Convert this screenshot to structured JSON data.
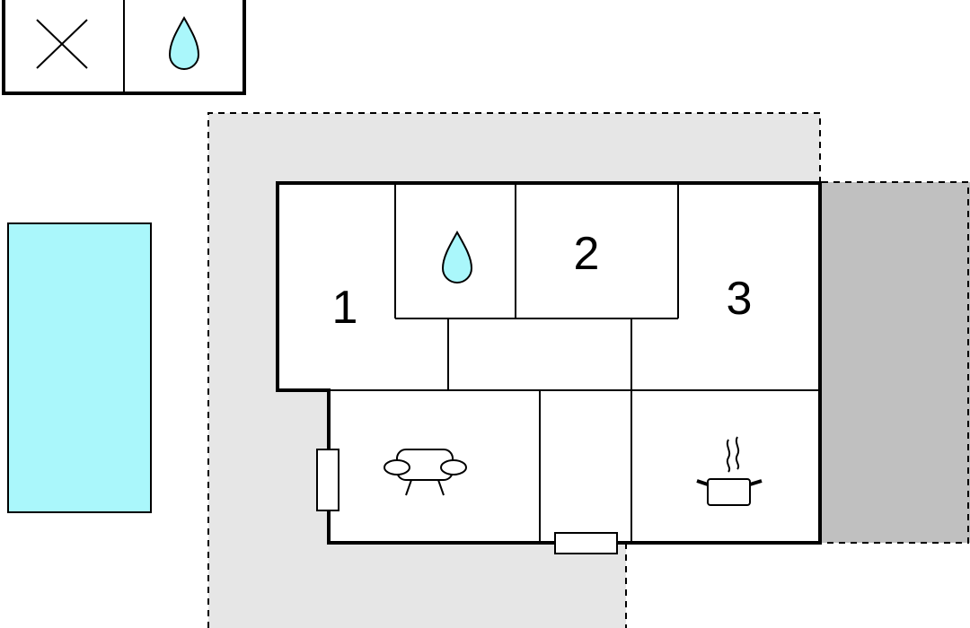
{
  "rooms": {
    "bedroom_1": {
      "label": "1"
    },
    "bedroom_2": {
      "label": "2"
    },
    "bedroom_3": {
      "label": "3"
    }
  },
  "icons": {
    "annex_left": "close-icon",
    "annex_right": "water-drop-icon",
    "bathroom": "water-drop-icon",
    "living_room": "sofa-icon",
    "kitchen": "cooking-pot-icon"
  },
  "colors": {
    "pool": "#aaf7fb",
    "terrace": "#e6e6e6",
    "covered_terrace": "#c0c0c0",
    "walls": "#000000",
    "drop": "#aaf7fb"
  }
}
